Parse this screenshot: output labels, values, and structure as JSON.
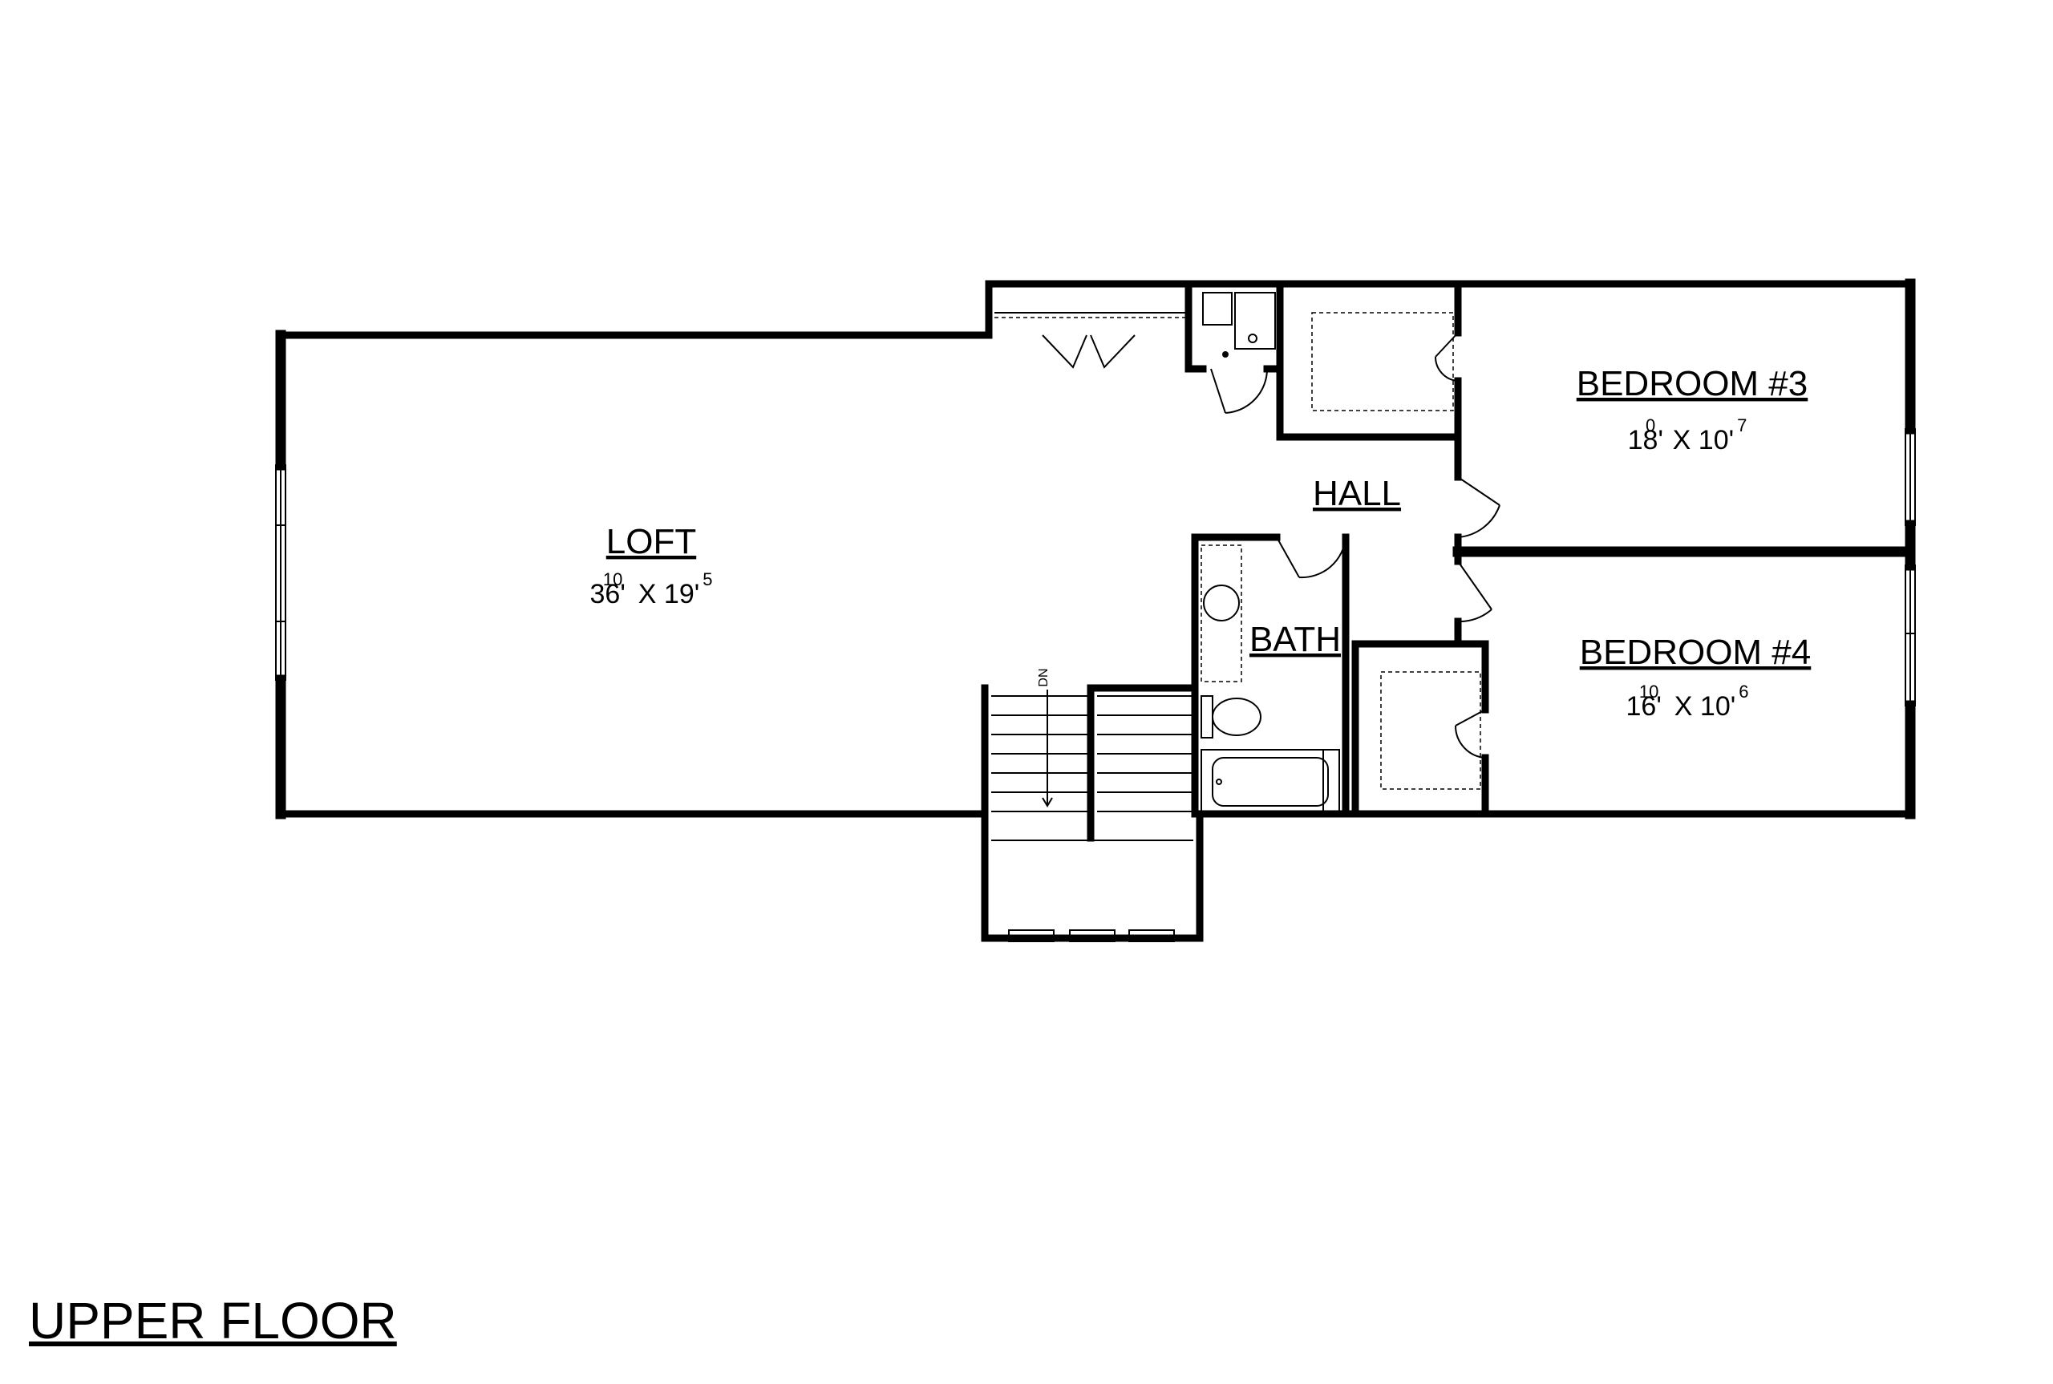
{
  "floor_title": "UPPER FLOOR",
  "rooms": {
    "loft": {
      "name": "LOFT",
      "dim_w": "36'",
      "dim_w_sup": "10",
      "x": "X",
      "dim_h": "19'",
      "dim_h_sup": "5"
    },
    "bedroom3": {
      "name": "BEDROOM #3",
      "dim_w": "18'",
      "dim_w_sup": "0",
      "x": "X",
      "dim_h": "10'",
      "dim_h_sup": "7"
    },
    "bedroom4": {
      "name": "BEDROOM #4",
      "dim_w": "16'",
      "dim_w_sup": "10",
      "x": "X",
      "dim_h": "10'",
      "dim_h_sup": "6"
    },
    "hall": {
      "name": "HALL"
    },
    "bath": {
      "name": "BATH"
    }
  },
  "stair_label": "DN"
}
